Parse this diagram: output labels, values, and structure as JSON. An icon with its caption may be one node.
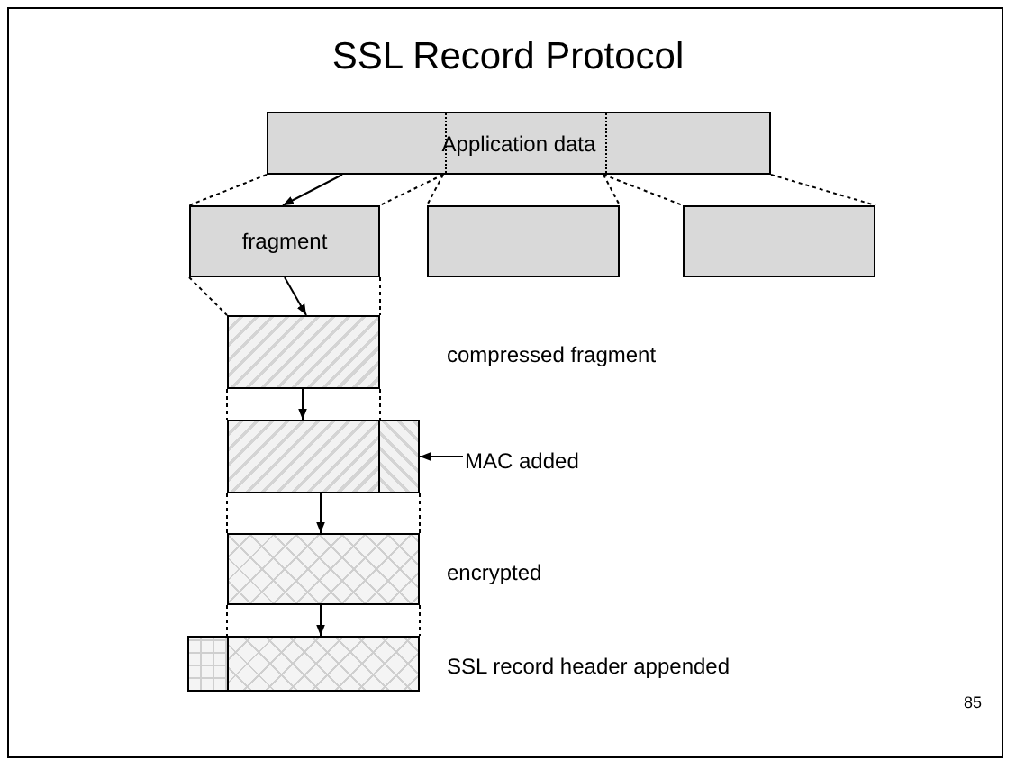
{
  "diagram": {
    "title": "SSL Record Protocol",
    "nodes": [
      {
        "text": [
          "Application data"
        ]
      },
      {
        "text": [
          "fragment"
        ]
      },
      {
        "text": [],
        "shape": "box"
      },
      {
        "text": [],
        "shape": "box"
      },
      {
        "text": [],
        "shape": "box",
        "beside": [
          "compressed fragment"
        ]
      },
      {
        "text": [],
        "shape": "box"
      },
      {
        "text": [],
        "shape": "box"
      },
      {
        "text": [
          "MAC added"
        ]
      },
      {
        "text": [],
        "shape": "box",
        "beside": [
          "encrypted"
        ]
      },
      {
        "text": [],
        "shape": "box"
      },
      {
        "text": [],
        "shape": "box",
        "beside": [
          "SSL record header appended"
        ]
      }
    ],
    "edges": [
      {
        "from": 0,
        "to": 1,
        "arrow": "to"
      },
      {
        "from": 0,
        "to": 1,
        "arrow": "none",
        "style": "dashed"
      },
      {
        "from": 0,
        "to": 1,
        "arrow": "none",
        "style": "dashed"
      },
      {
        "from": 0,
        "to": 2,
        "arrow": "none",
        "style": "dashed"
      },
      {
        "from": 0,
        "to": 2,
        "arrow": "none",
        "style": "dashed"
      },
      {
        "from": 0,
        "to": 3,
        "arrow": "none",
        "style": "dashed"
      },
      {
        "from": 0,
        "to": 3,
        "arrow": "none",
        "style": "dashed"
      },
      {
        "from": 1,
        "to": 4,
        "arrow": "to"
      },
      {
        "from": 1,
        "to": 4,
        "arrow": "none",
        "style": "dashed"
      },
      {
        "from": 1,
        "to": 4,
        "arrow": "none",
        "style": "dashed"
      },
      {
        "from": 4,
        "to": 5,
        "arrow": "to"
      },
      {
        "from": 4,
        "to": 5,
        "arrow": "none",
        "style": "dashed"
      },
      {
        "from": 4,
        "to": 5,
        "arrow": "none",
        "style": "dashed"
      },
      {
        "from": 7,
        "to": 6,
        "arrow": "to"
      },
      {
        "from": 5,
        "to": 8,
        "arrow": "to"
      },
      {
        "from": 5,
        "to": 8,
        "arrow": "none",
        "style": "dashed"
      },
      {
        "from": 6,
        "to": 8,
        "arrow": "none",
        "style": "dashed"
      },
      {
        "from": 8,
        "to": 10,
        "arrow": "to"
      },
      {
        "from": 8,
        "to": 10,
        "arrow": "none",
        "style": "dashed"
      },
      {
        "from": 8,
        "to": 10,
        "arrow": "none",
        "style": "dashed"
      }
    ],
    "labels": [
      "85"
    ]
  }
}
